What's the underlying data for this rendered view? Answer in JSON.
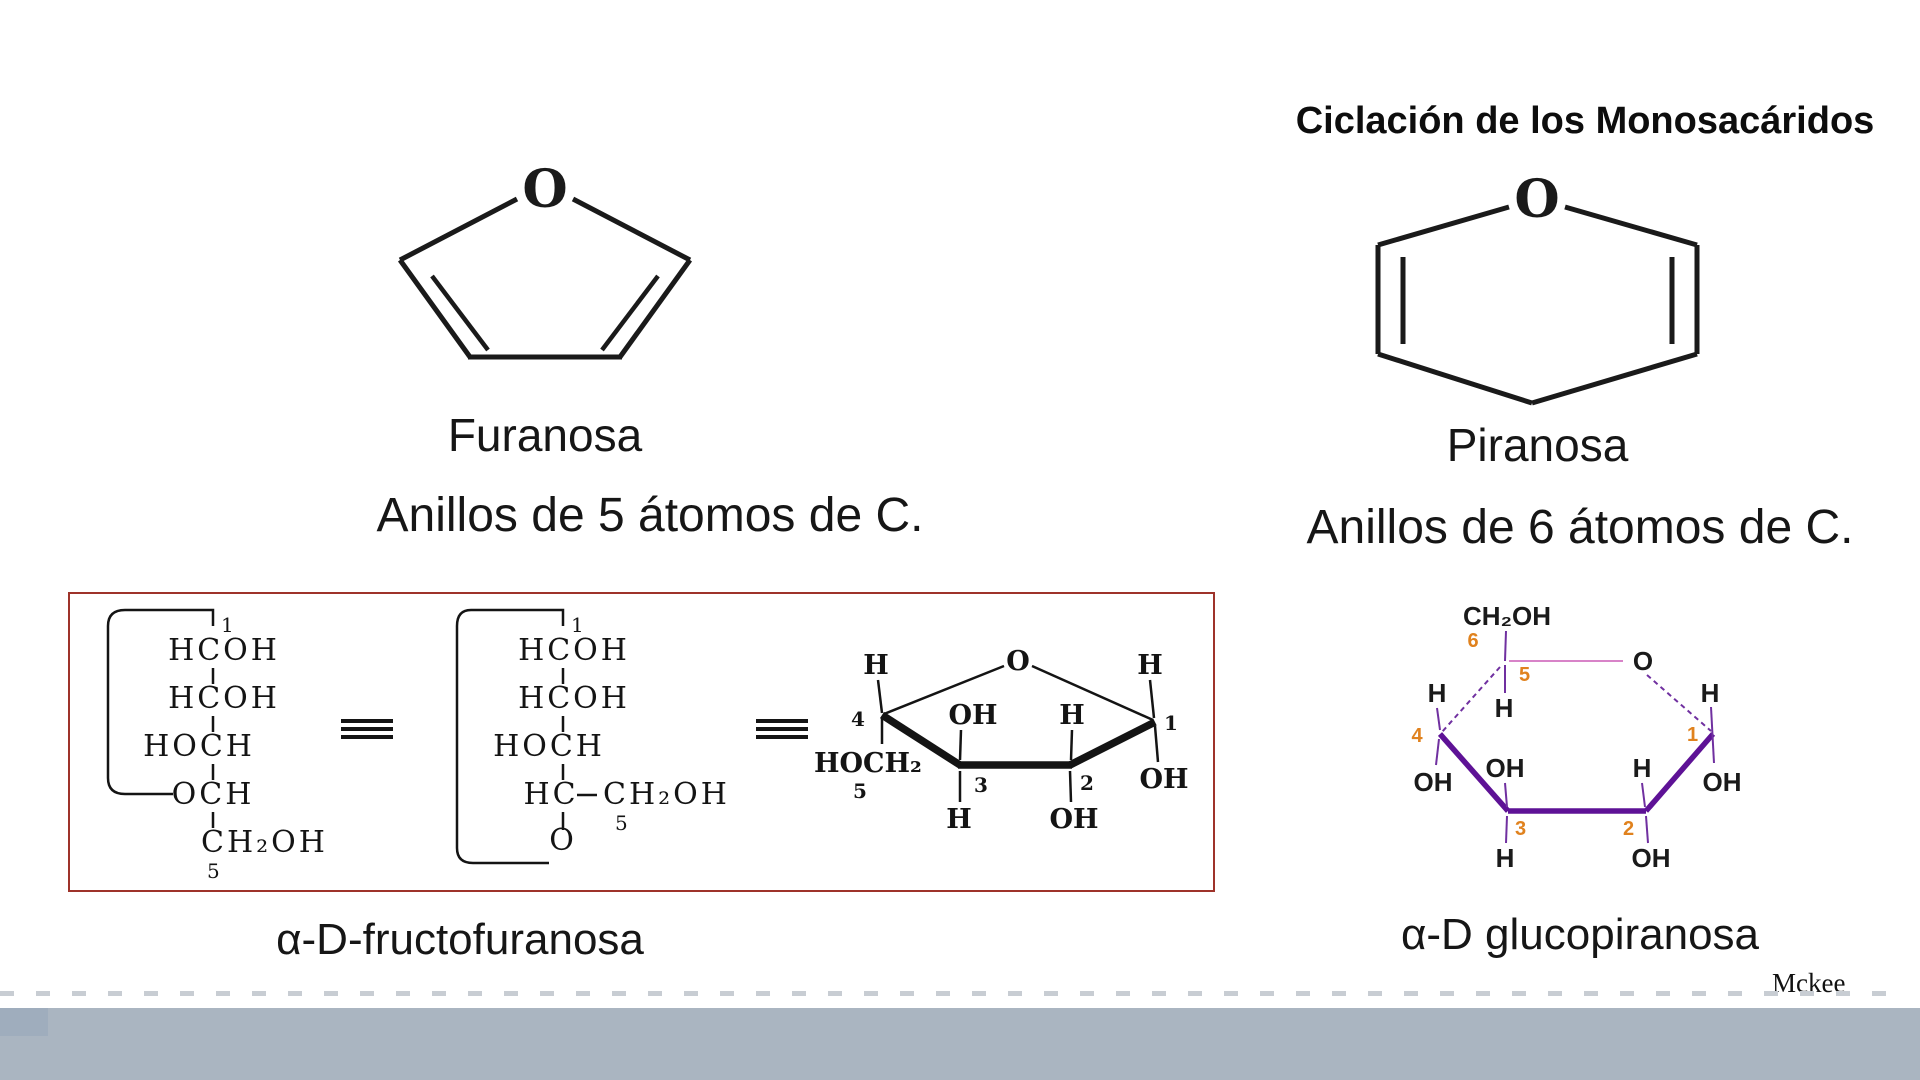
{
  "slide": {
    "title": "Ciclación de los Monosacáridos",
    "attribution": "Mckee"
  },
  "colors": {
    "frame_border": "#9e332a",
    "footer_bar": "#aab5c1",
    "ring_purple": "#7030a0",
    "ring_purple_bold": "#5e1296",
    "pink_line": "#d883c8",
    "number_orange": "#e0821e"
  },
  "icons": {
    "equivalence": "≡"
  },
  "furanose": {
    "ring_oxygen": "O",
    "name": "Furanosa",
    "description": "Anillos de 5 átomos de C."
  },
  "pyranose": {
    "ring_oxygen": "O",
    "name": "Piranosa",
    "description": "Anillos de 6 átomos de C."
  },
  "fructofuranose_panel": {
    "caption": "α-D-fructofuranosa",
    "equivalence_symbol": "≡",
    "fischer_open": {
      "c1_number": "1",
      "rows": [
        "HCOH",
        "HCOH",
        "HOCH",
        "OCH",
        "CH₂OH"
      ],
      "c5_number": "5"
    },
    "fischer_cyclic": {
      "c1_number": "1",
      "rows": [
        "HCOH",
        "HCOH",
        "HOCH"
      ],
      "row4_left": "HC",
      "row4_right": "CH₂OH",
      "c5_number": "5",
      "ring_oxygen": "O"
    },
    "haworth": {
      "ring_oxygen": "O",
      "c4_top": "H",
      "c4_number": "4",
      "c4_side": "HOCH₂",
      "c4_side_number": "5",
      "c3_top": "OH",
      "c3_number": "3",
      "c3_bottom": "H",
      "c2_top": "H",
      "c2_number": "2",
      "c2_bottom": "OH",
      "c1_top": "H",
      "c1_number": "1",
      "c1_bottom": "OH"
    }
  },
  "glucopyranose_panel": {
    "caption": "α-D glucopiranosa",
    "haworth": {
      "c6_group": "CH₂OH",
      "c6_number": "6",
      "c5_number": "5",
      "c5_h": "H",
      "ring_oxygen": "O",
      "c4_top": "H",
      "c4_number": "4",
      "c4_bottom": "OH",
      "c3_top": "OH",
      "c3_number": "3",
      "c3_bottom": "H",
      "c2_top": "H",
      "c2_number": "2",
      "c2_bottom": "OH",
      "c1_top": "H",
      "c1_number": "1",
      "c1_bottom": "OH"
    }
  }
}
